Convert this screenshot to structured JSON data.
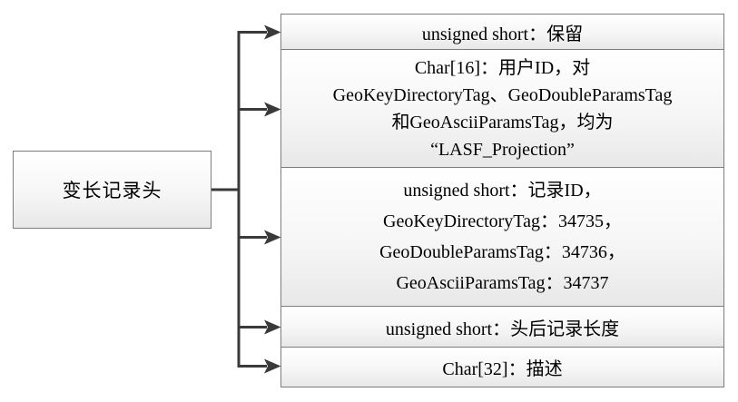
{
  "diagram": {
    "root": {
      "label": "变长记录头"
    },
    "fields": [
      {
        "name": "reserved",
        "lines": [
          "unsigned short：保留"
        ]
      },
      {
        "name": "user-id",
        "lines": [
          "Char[16]：用户ID，对",
          "GeoKeyDirectoryTag、GeoDoubleParamsTag",
          "和GeoAsciiParamsTag，均为",
          "“LASF_Projection”"
        ]
      },
      {
        "name": "record-id",
        "lines": [
          "unsigned short：记录ID，",
          "GeoKeyDirectoryTag：34735，",
          "GeoDoubleParamsTag：34736，",
          "GeoAsciiParamsTag：34737"
        ]
      },
      {
        "name": "record-length",
        "lines": [
          "unsigned short：头后记录长度"
        ]
      },
      {
        "name": "description",
        "lines": [
          "Char[32]：描述"
        ]
      }
    ]
  },
  "colors": {
    "line-color": "#3a3a3a",
    "border-color": "#7d7d7d",
    "fill-top": "#ffffff",
    "fill-bottom": "#e8e8e8"
  }
}
